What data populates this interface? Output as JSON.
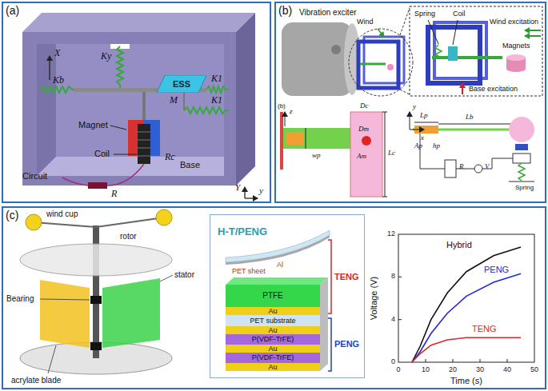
{
  "diagram": {
    "nodes": [
      {
        "text": [
          "(a)"
        ]
      },
      {
        "text": [
          "ESS"
        ],
        "in": 0
      },
      {
        "text": [
          "(b)"
        ]
      },
      {
        "text": [
          "(c)"
        ]
      },
      {
        "text": [
          "H-T/PENG"
        ],
        "in": 3
      },
      {
        "text": [
          "PTFE"
        ],
        "in": 4
      },
      {
        "text": [
          "Au"
        ],
        "in": 4
      },
      {
        "text": [
          "PET substrate"
        ],
        "in": 4
      },
      {
        "text": [
          "Au"
        ],
        "in": 4
      },
      {
        "text": [
          "P(VDF-TrFE)"
        ],
        "in": 4
      },
      {
        "text": [
          "Au"
        ],
        "in": 4
      },
      {
        "text": [
          "P(VDF-TrFE)"
        ],
        "in": 4
      },
      {
        "text": [
          "Au"
        ],
        "in": 4
      }
    ],
    "labels": [
      "X",
      "Ky",
      "Kb",
      "K1",
      "K1",
      "M",
      "Magnet",
      "Coil",
      "Rc",
      "Circuit",
      "R",
      "Base",
      "Y",
      "y",
      "Vibration exciter",
      "Wind",
      "Spring",
      "Coil",
      "Wind excitation",
      "Magnets",
      "Base excitation",
      "(b)",
      "z",
      "wp",
      "Dc",
      "Dm",
      "Am",
      "Lc",
      "y",
      "x",
      "Lp",
      "Lb",
      "Ap",
      "hp",
      "R",
      "V",
      "Spring",
      "wind cup",
      "rotor",
      "Bearing",
      "acrylate blade",
      "stator",
      "PET sheet",
      "Al",
      "TENG",
      "PENG",
      "12",
      "8",
      "4",
      "0",
      "0",
      "10",
      "20",
      "30",
      "40",
      "50",
      "Voltage (V)",
      "Time (s)",
      "Hybrid",
      "PENG",
      "TENG"
    ]
  }
}
